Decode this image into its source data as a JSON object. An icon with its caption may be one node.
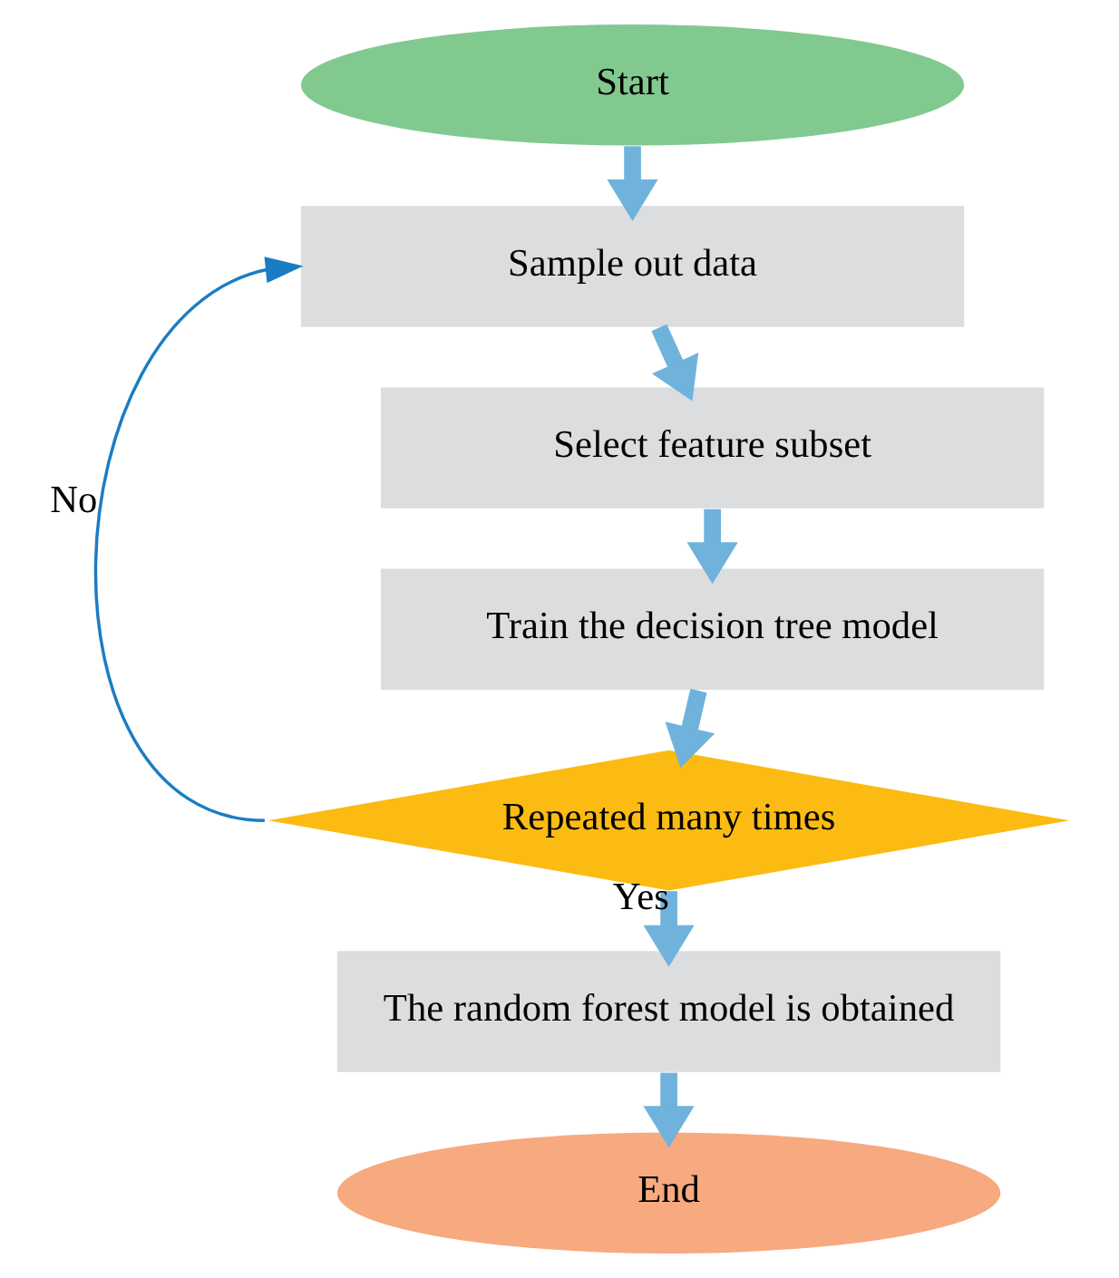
{
  "diagram": {
    "nodes": [
      {
        "text": [
          "Start"
        ]
      },
      {
        "text": [
          "Sample out data"
        ]
      },
      {
        "text": [
          "Select feature subset"
        ]
      },
      {
        "text": [
          "Train the decision tree model"
        ]
      },
      {
        "text": [
          "Repeated many times"
        ]
      },
      {
        "text": [
          "The random forest model is obtained"
        ]
      },
      {
        "text": [
          "End"
        ]
      }
    ],
    "edges": [
      {
        "from": 0,
        "to": 1,
        "arrow": "to"
      },
      {
        "from": 1,
        "to": 2,
        "arrow": "to"
      },
      {
        "from": 2,
        "to": 3,
        "arrow": "to"
      },
      {
        "from": 3,
        "to": 4,
        "arrow": "to"
      },
      {
        "from": 4,
        "to": 5,
        "arrow": "to",
        "label": "Yes"
      },
      {
        "from": 5,
        "to": 6,
        "arrow": "to"
      },
      {
        "from": 4,
        "to": 1,
        "arrow": "to",
        "label": "No",
        "color": "#1a7dc4"
      }
    ]
  }
}
